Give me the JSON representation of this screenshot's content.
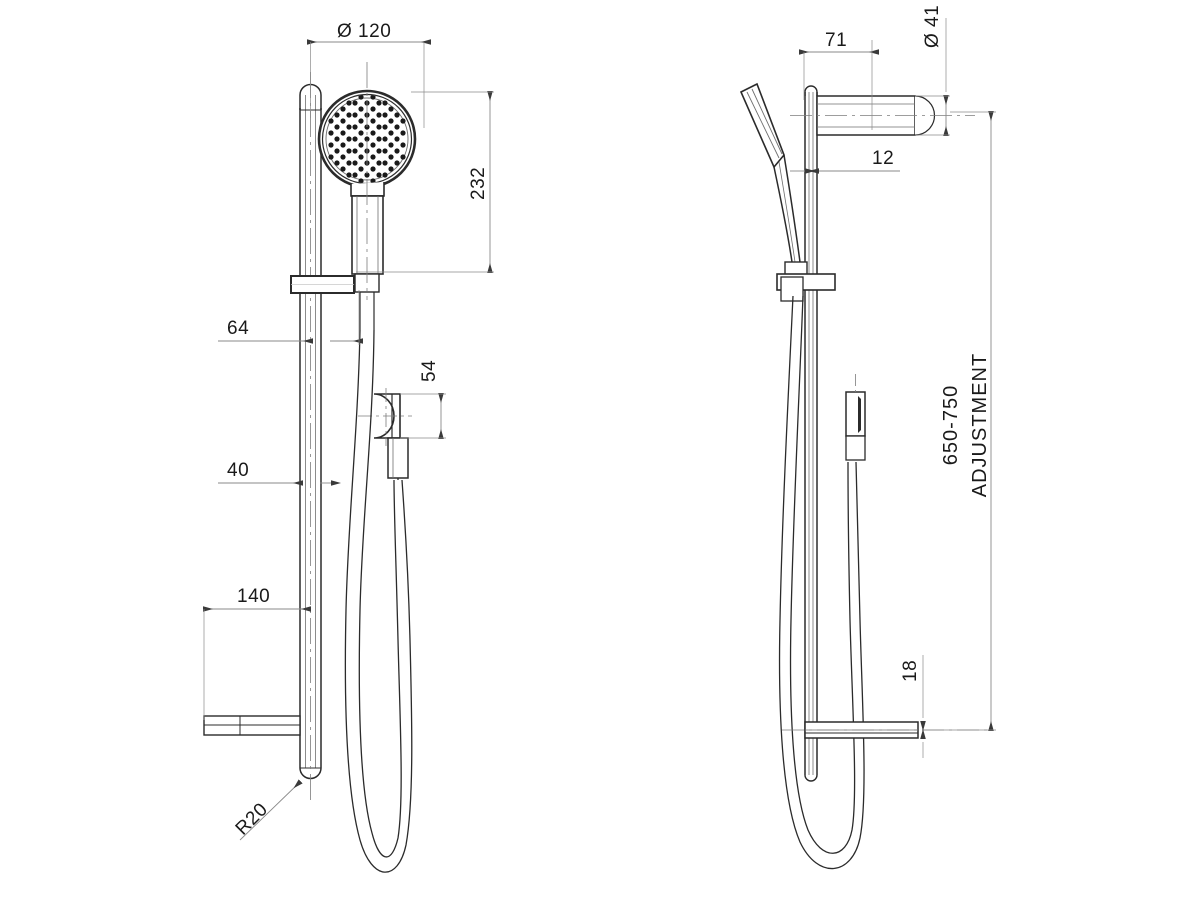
{
  "drawing": {
    "type": "technical-drawing",
    "subject": "shower-rail-set",
    "background_color": "#ffffff",
    "line_color": "#2b2b2b",
    "dim_line_color": "#8a8a8a",
    "text_color": "#1a1a1a",
    "views": [
      {
        "name": "front-elevation",
        "label": ""
      },
      {
        "name": "side-elevation",
        "label": ""
      }
    ]
  },
  "dimensions": {
    "front": {
      "head_diameter": "Ø 120",
      "head_height": "232",
      "bracket_offset": "64",
      "rail_offset": "40",
      "shelf_width": "140",
      "inlet_height": "54",
      "rail_radius": "R20"
    },
    "side": {
      "bracket_projection": "71",
      "rail_depth": "12",
      "inlet_diameter": "Ø 41",
      "shelf_thickness": "18",
      "adjustment_value": "650-750",
      "adjustment_label": "ADJUSTMENT"
    }
  }
}
